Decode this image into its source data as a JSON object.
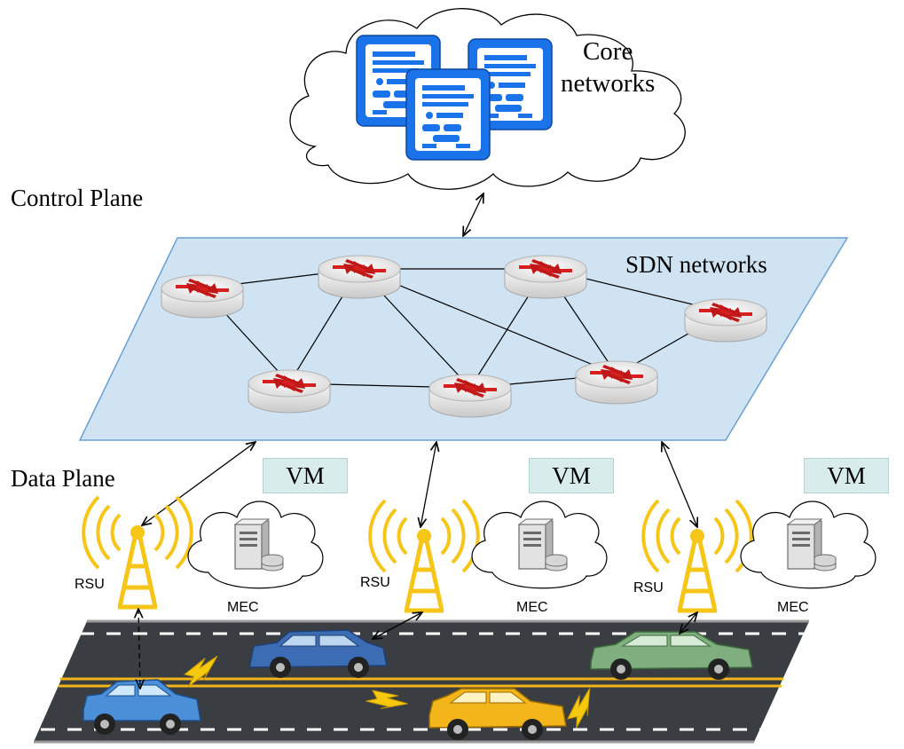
{
  "core": {
    "line1": "Core",
    "line2": "networks"
  },
  "control_plane_label": "Control Plane",
  "data_plane_label": "Data Plane",
  "sdn_label": "SDN networks",
  "vm_label": "VM",
  "rsu_label": "RSU",
  "mec_label": "MEC",
  "colors": {
    "plane_fill": "#cfe3f3",
    "plane_border": "#6b9fd1",
    "server_blue": "#1a73e8",
    "vm_fill": "#d9ecec",
    "rsu_yellow": "#f5c518",
    "road": "#3a3d42",
    "lane_yellow": "#f2b51a",
    "lightning": "#f6c90e"
  }
}
